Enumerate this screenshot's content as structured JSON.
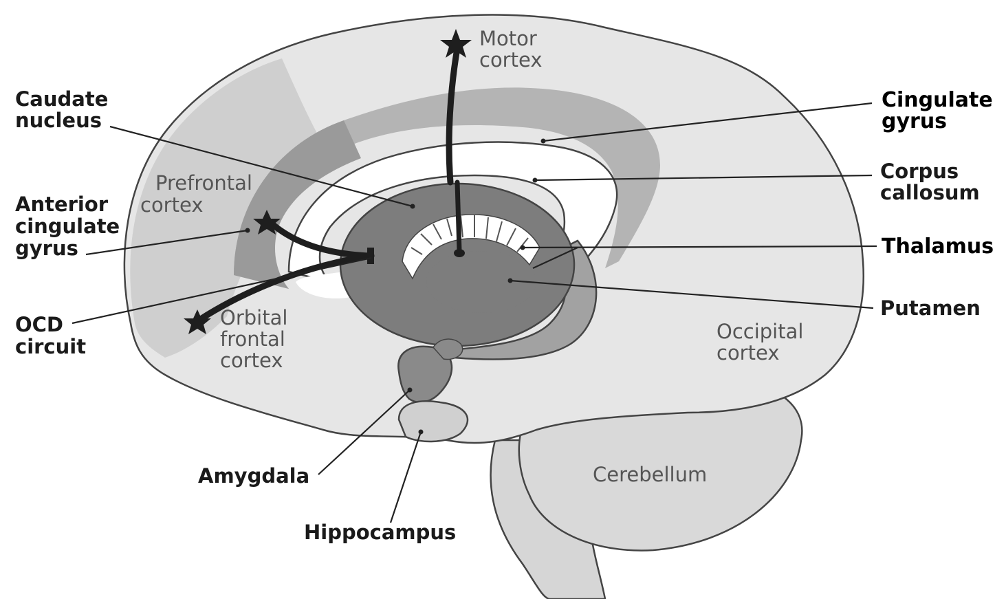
{
  "labels": {
    "caudate_nucleus": [
      "Caudate",
      "nucleus"
    ],
    "anterior_cingulate_gyrus": [
      "Anterior",
      "cingulate",
      "gyrus"
    ],
    "ocd_circuit": [
      "OCD",
      "circuit"
    ],
    "amygdala": "Amygdala",
    "hippocampus": "Hippocampus",
    "motor_cortex": [
      "Motor",
      "cortex"
    ],
    "prefrontal_cortex": [
      "Prefrontal",
      "cortex"
    ],
    "orbital_frontal_cortex": [
      "Orbital",
      "frontal",
      "cortex"
    ],
    "occipital_cortex": [
      "Occipital",
      "cortex"
    ],
    "cerebellum": "Cerebellum",
    "cingulate_gyrus": [
      "Cingulate",
      "gyrus"
    ],
    "corpus_callosum": [
      "Corpus",
      "callosum"
    ],
    "thalamus": "Thalamus",
    "putamen": "Putamen"
  },
  "colors": {
    "brain_light": "#e6e6e6",
    "brain_mid": "#cfcfcf",
    "cingulate_band": "#a9a9a9",
    "basal_ganglia": "#7d7d7d",
    "circuit": "#1e1e1e"
  }
}
